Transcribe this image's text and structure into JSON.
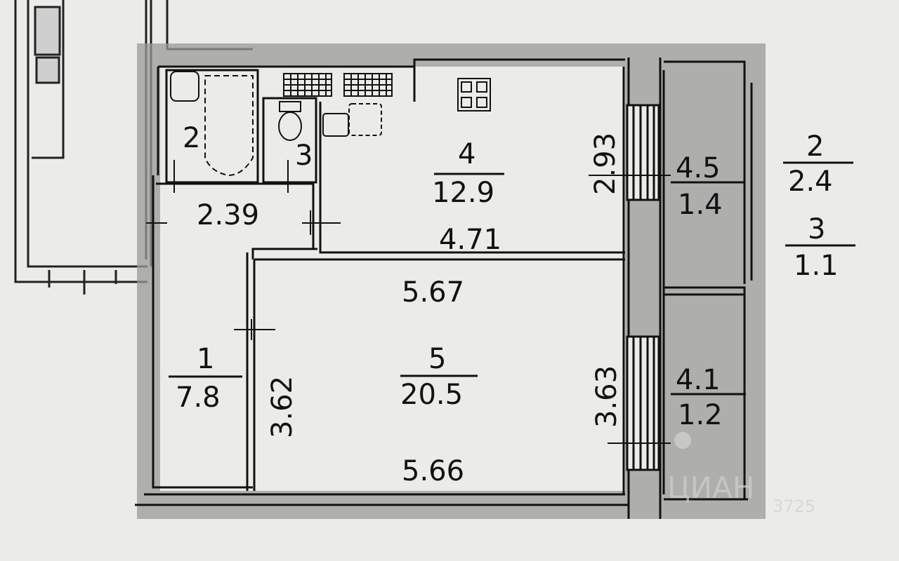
{
  "rooms": {
    "r1": {
      "number": "1",
      "area": "7.8"
    },
    "r2": {
      "number": "2"
    },
    "r3": {
      "number": "3"
    },
    "r4": {
      "number": "4",
      "area": "12.9"
    },
    "r5": {
      "number": "5",
      "area": "20.5"
    },
    "r41": {
      "number": "4.1",
      "area": "1.2"
    },
    "r45": {
      "number": "4.5",
      "area": "1.4"
    }
  },
  "dimensions": {
    "hall_width": "2.39",
    "kitchen_width": "4.71",
    "kitchen_depth": "2.93",
    "room5_top": "5.67",
    "room5_bottom": "5.66",
    "room5_left": "3.62",
    "room5_right": "3.63"
  },
  "legend": [
    {
      "number": "2",
      "area": "2.4"
    },
    {
      "number": "3",
      "area": "1.1"
    }
  ],
  "watermark": {
    "brand": "ЦИАН",
    "code": "3725"
  }
}
